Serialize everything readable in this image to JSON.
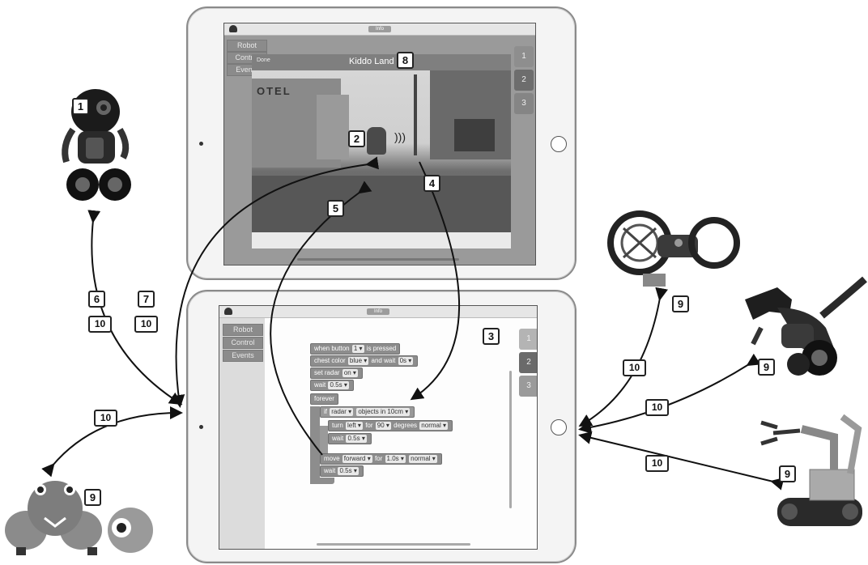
{
  "top_tablet": {
    "info_label": "Info",
    "done_label": "Done",
    "scene_title": "Kiddo Land",
    "side_tabs": [
      "Robot",
      "Control",
      "Events"
    ],
    "num_tabs": [
      "1",
      "2",
      "3"
    ],
    "hotel_sign": "OTEL"
  },
  "bottom_tablet": {
    "info_label": "Info",
    "side_tabs": [
      "Robot",
      "Control",
      "Events"
    ],
    "num_tabs": [
      "1",
      "2",
      "3"
    ],
    "blocks": {
      "b1": {
        "pre": "when button",
        "v1": "1 ▾",
        "post": "is pressed"
      },
      "b2": {
        "pre": "chest color",
        "v1": "blue ▾",
        "mid": "and wait",
        "v2": "0s ▾"
      },
      "b3": {
        "pre": "set radar",
        "v1": "on ▾"
      },
      "b4": {
        "pre": "wait",
        "v1": "0.5s ▾"
      },
      "b5": {
        "pre": "forever"
      },
      "b6": {
        "pre": "if",
        "v1": "radar ▾",
        "v2": "objects in 10cm ▾"
      },
      "b7": {
        "pre": "turn",
        "v1": "left ▾",
        "mid": "for",
        "v2": "90 ▾",
        "mid2": "degrees",
        "v3": "normal ▾"
      },
      "b8": {
        "pre": "wait",
        "v1": "0.5s ▾"
      },
      "b9": {
        "pre": "move",
        "v1": "forward ▾",
        "mid": "for",
        "v2": "1.0s ▾",
        "v3": "normal ▾"
      },
      "b10": {
        "pre": "wait",
        "v1": "0.5s ▾"
      }
    }
  },
  "callouts": {
    "c1": "1",
    "c2": "2",
    "c3": "3",
    "c4": "4",
    "c5": "5",
    "c6": "6",
    "c7": "7",
    "c8": "8",
    "c9a": "9",
    "c9b": "9",
    "c9c": "9",
    "c9d": "9",
    "c10a": "10",
    "c10b": "10",
    "c10c": "10",
    "c10d": "10",
    "c10e": "10",
    "c10f": "10"
  }
}
